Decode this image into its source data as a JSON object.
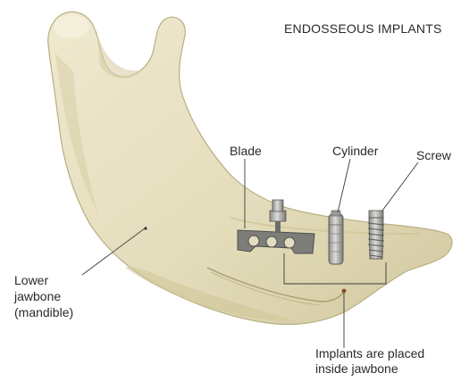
{
  "title": "ENDOSSEOUS IMPLANTS",
  "labels": {
    "blade": "Blade",
    "cylinder": "Cylinder",
    "screw": "Screw",
    "lower_jawbone": [
      "Lower",
      "jawbone",
      "(mandible)"
    ],
    "implants_placed": [
      "Implants are placed",
      "inside jawbone"
    ]
  },
  "colors": {
    "bone": "#e6e0c0",
    "bone_shadow": "#c9bf93",
    "metal": "#b7b7b3",
    "metal_dark": "#6e6e6a",
    "leader_line": "#3a3a3a"
  }
}
